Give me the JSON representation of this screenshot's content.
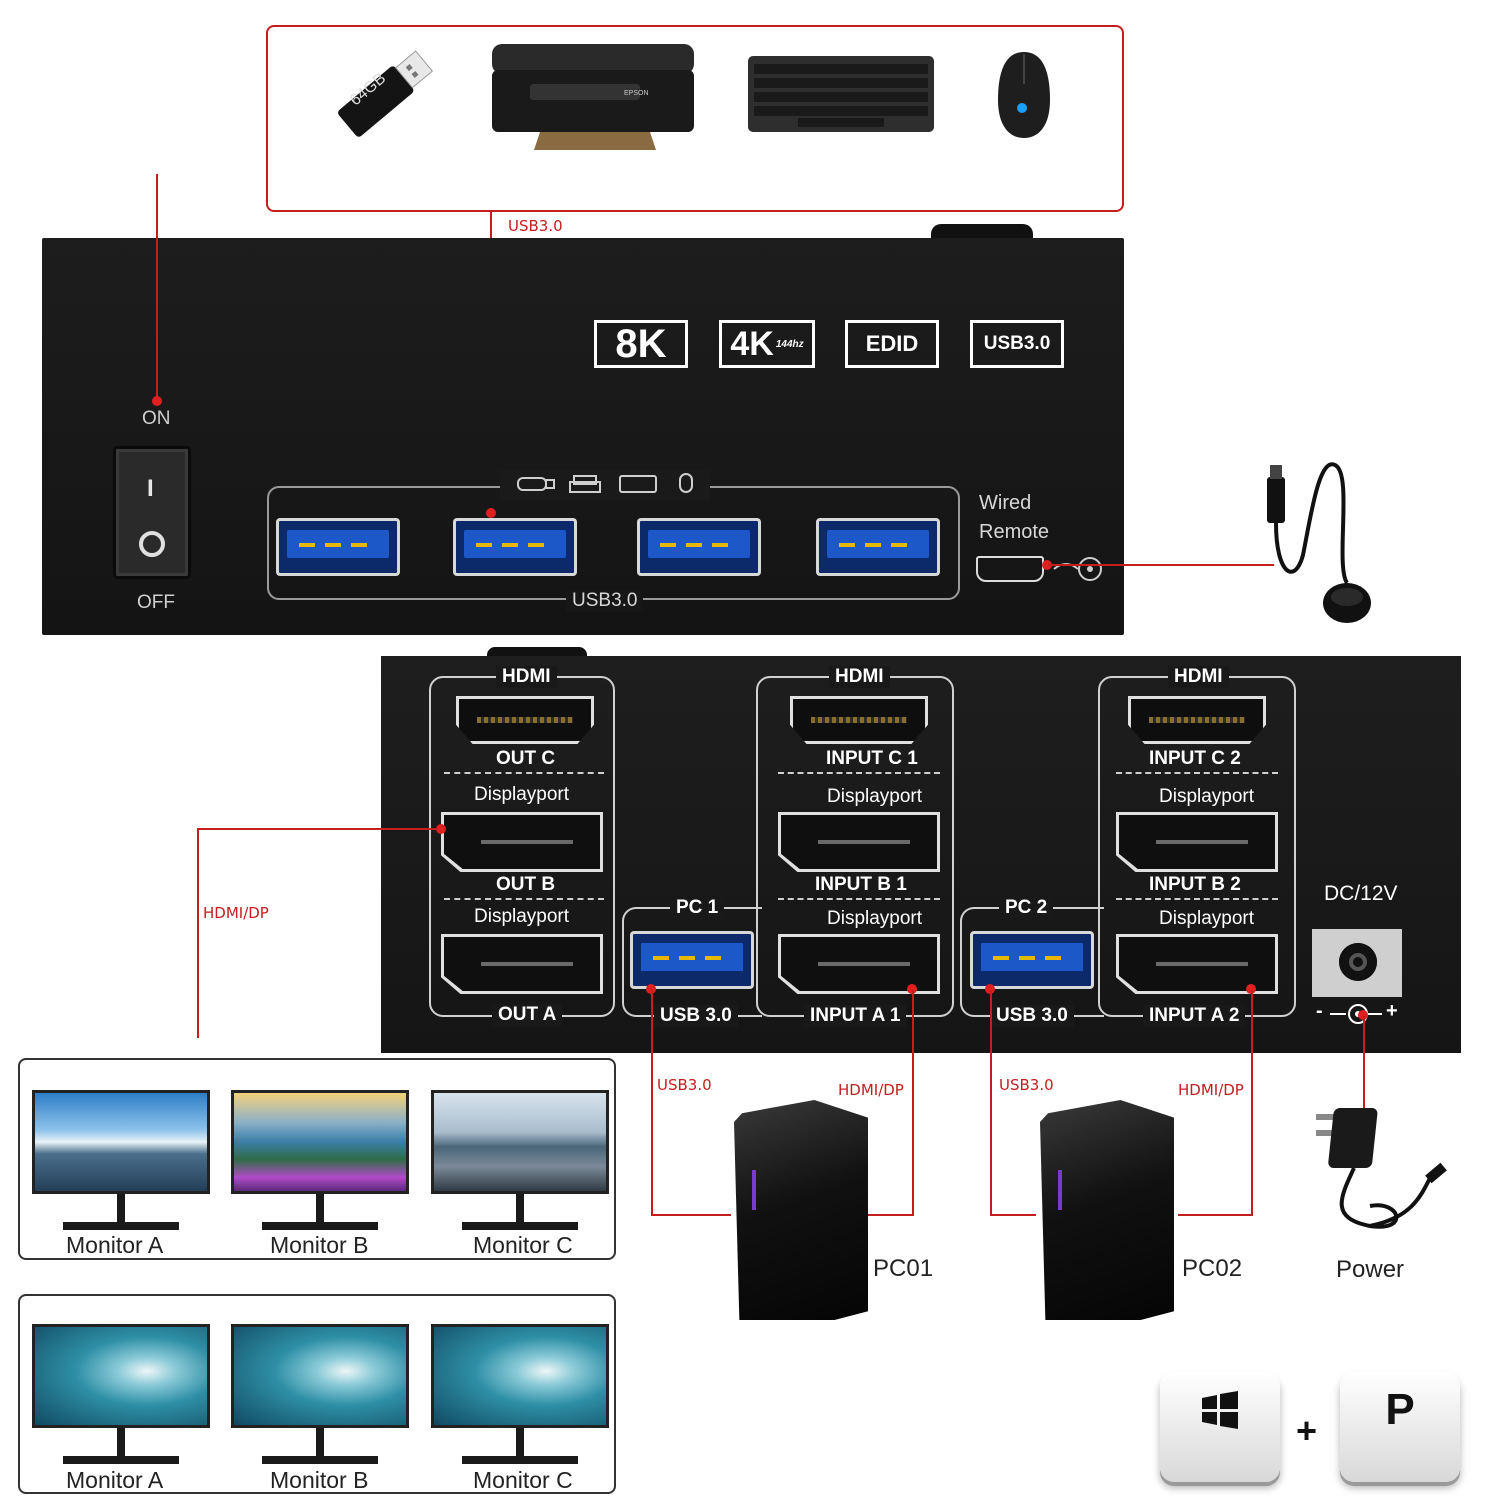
{
  "peripherals": {
    "usb_stick_label": "64GB",
    "printer_brand": "EPSON",
    "items": [
      "usb-stick",
      "printer",
      "keyboard",
      "mouse"
    ]
  },
  "wires": {
    "usb_top": "USB3.0",
    "hdmi_dp_left": "HDMI/DP",
    "pc1_usb": "USB3.0",
    "pc1_hdmi": "HDMI/DP",
    "pc2_usb": "USB3.0",
    "pc2_hdmi": "HDMI/DP"
  },
  "top_unit": {
    "badges": [
      "8K",
      "4K",
      "144hz",
      "EDID",
      "USB3.0"
    ],
    "switch": {
      "on": "ON",
      "off": "OFF",
      "i": "I"
    },
    "usb_group_label": "USB3.0",
    "wired_remote_line1": "Wired",
    "wired_remote_line2": "Remote"
  },
  "bottom_unit": {
    "left_panel": {
      "hdmi": "HDMI",
      "out_c": "OUT C",
      "dp1": "Displayport",
      "out_b": "OUT B",
      "dp2": "Displayport",
      "out_a": "OUT A"
    },
    "pc1_panel": {
      "hdmi": "HDMI",
      "input_c": "INPUT C 1",
      "dp1": "Displayport",
      "input_b": "INPUT B 1",
      "dp2": "Displayport",
      "pc": "PC 1",
      "usb": "USB 3.0",
      "input_a": "INPUT A 1"
    },
    "pc2_panel": {
      "hdmi": "HDMI",
      "input_c": "INPUT C 2",
      "dp1": "Displayport",
      "input_b": "INPUT B 2",
      "dp2": "Displayport",
      "pc": "PC 2",
      "usb": "USB 3.0",
      "input_a": "INPUT A 2"
    },
    "dc_label": "DC/12V",
    "polarity_minus": "-",
    "polarity_plus": "+"
  },
  "monitors_extended": [
    "Monitor A",
    "Monitor B",
    "Monitor C"
  ],
  "monitors_mirrored": [
    "Monitor A",
    "Monitor B",
    "Monitor C"
  ],
  "pcs": [
    "PC01",
    "PC02"
  ],
  "power_label": "Power",
  "shortcut": {
    "plus": "+",
    "key": "P"
  },
  "colors": {
    "wire": "#c41e1e",
    "unit": "#1a1a1a",
    "usb_blue": "#1c58c8"
  }
}
